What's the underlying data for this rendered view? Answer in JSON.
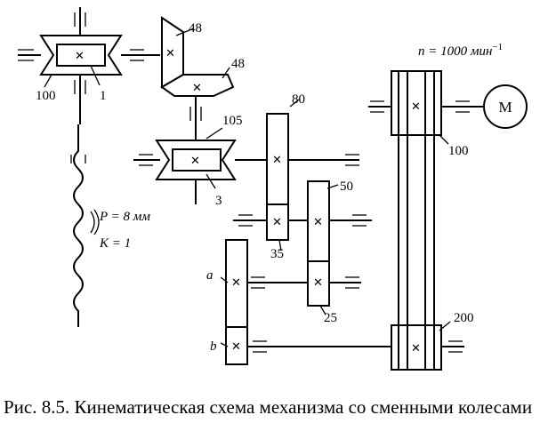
{
  "labels": {
    "speed": "n = 1000 мин",
    "speed_exp": "−1",
    "motor": "М",
    "pitch": "P = 8 мм",
    "starts": "K = 1",
    "g48a": "48",
    "g48b": "48",
    "g100top": "100",
    "g1": "1",
    "g105": "105",
    "g3": "3",
    "g80": "80",
    "g50": "50",
    "g35": "35",
    "g25": "25",
    "ga": "a",
    "gb": "b",
    "p100": "100",
    "p200": "200"
  },
  "caption": "Рис. 8.5. Кинематическая схема механизма со сменными колесами"
}
